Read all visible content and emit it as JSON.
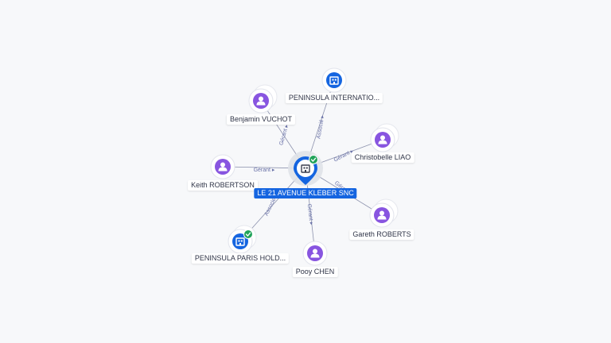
{
  "center": {
    "label": "LE 21 AVENUE KLEBER SNC",
    "type": "company",
    "verified": true,
    "icon": "building-icon"
  },
  "nodes": [
    {
      "id": "benjamin",
      "label": "Benjamin VUCHOT",
      "type": "person",
      "stacked": true,
      "icon": "person-icon"
    },
    {
      "id": "peninsula-intl",
      "label": "PENINSULA INTERNATIO...",
      "type": "company",
      "stacked": false,
      "icon": "building-icon"
    },
    {
      "id": "christobelle",
      "label": "Christobelle LIAO",
      "type": "person",
      "stacked": true,
      "icon": "person-icon"
    },
    {
      "id": "keith",
      "label": "Keith ROBERTSON",
      "type": "person",
      "stacked": false,
      "icon": "person-icon"
    },
    {
      "id": "gareth",
      "label": "Gareth ROBERTS",
      "type": "person",
      "stacked": true,
      "icon": "person-icon"
    },
    {
      "id": "pooy",
      "label": "Pooy CHEN",
      "type": "person",
      "stacked": false,
      "icon": "person-icon"
    },
    {
      "id": "peninsula-paris",
      "label": "PENINSULA PARIS HOLD...",
      "type": "company",
      "stacked": true,
      "verified": true,
      "icon": "building-icon"
    }
  ],
  "edges": [
    {
      "to": "benjamin",
      "label": "Gérant"
    },
    {
      "to": "peninsula-intl",
      "label": "Associé"
    },
    {
      "to": "christobelle",
      "label": "Gérant"
    },
    {
      "to": "keith",
      "label": "Gérant"
    },
    {
      "to": "gareth",
      "label": "Gérant"
    },
    {
      "to": "pooy",
      "label": "Gérant"
    },
    {
      "to": "peninsula-paris",
      "label": "Associé"
    }
  ],
  "colors": {
    "person": "#8855e0",
    "company": "#1565e0",
    "verified": "#21a35a",
    "edge": "#8c92ad",
    "edge_label": "#6a72a8"
  }
}
